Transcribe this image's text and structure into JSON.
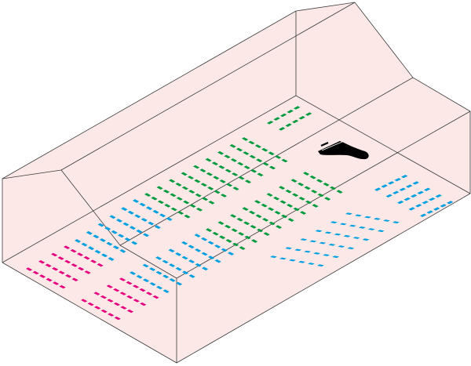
{
  "hall": {
    "wall_fill": "#fce9e7",
    "edge_color": "#3a3a3a"
  },
  "colors": {
    "pink": "#e6007e",
    "blue": "#00a0e0",
    "green": "#009a3e",
    "piano": "#000000"
  },
  "sections": [
    {
      "id": "pink-front-left",
      "color": "pink",
      "rows": 4,
      "seats_per_row": 6
    },
    {
      "id": "pink-front-center",
      "color": "pink",
      "rows": 4,
      "seats_per_row": 6
    },
    {
      "id": "blue-left",
      "color": "blue",
      "rows": 6,
      "seats_per_row": 6
    },
    {
      "id": "green-left",
      "color": "green",
      "rows": 9,
      "seats_per_row": 7
    },
    {
      "id": "green-back",
      "color": "green",
      "rows": 2,
      "seats_per_row": 5
    },
    {
      "id": "blue-center",
      "color": "blue",
      "rows": 6,
      "seats_per_row": 6
    },
    {
      "id": "green-right",
      "color": "green",
      "rows": 9,
      "seats_per_row": 6
    },
    {
      "id": "blue-stage-right",
      "color": "blue",
      "rows": 5,
      "seats_per_row": 5
    },
    {
      "id": "blue-angled-right",
      "color": "blue",
      "rows": 6,
      "seats_per_row": 6
    }
  ],
  "stage": {
    "icon": "grand-piano-icon"
  }
}
